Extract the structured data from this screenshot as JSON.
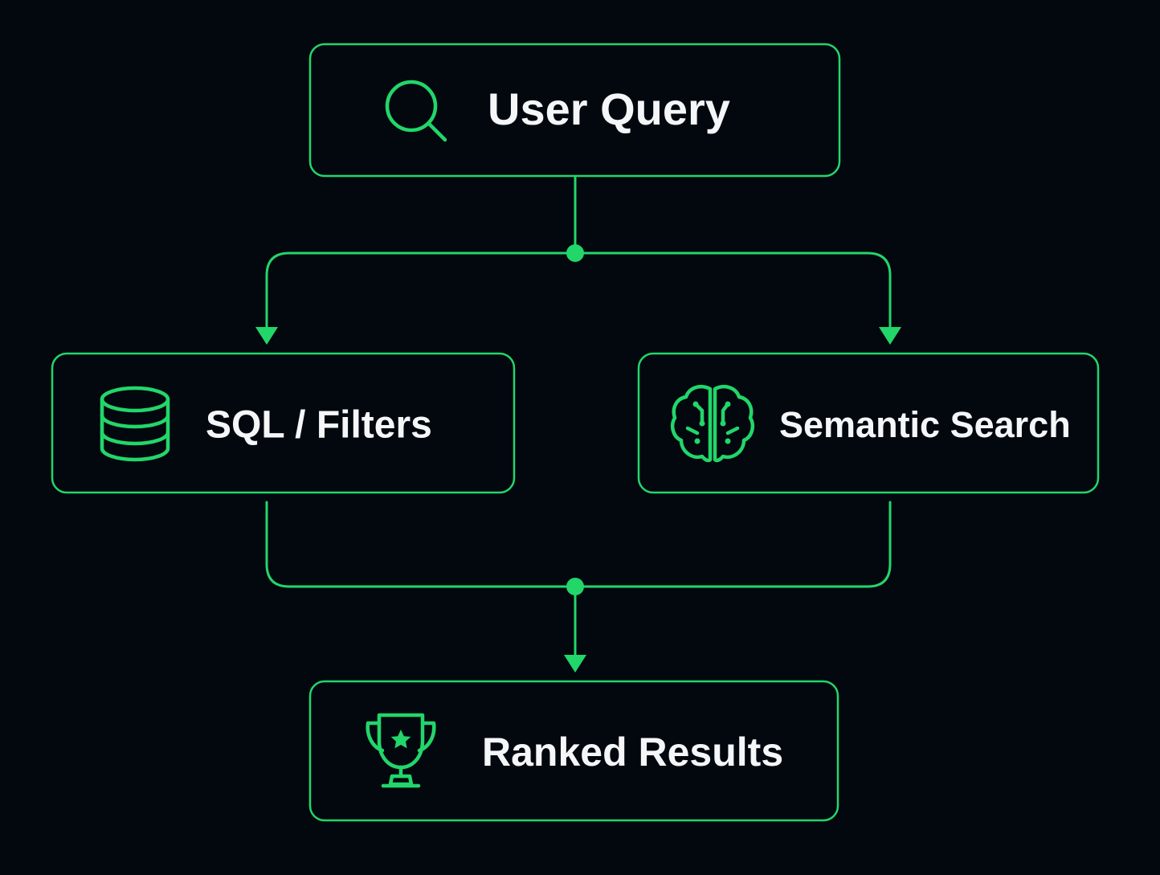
{
  "diagram": {
    "nodes": {
      "user_query": {
        "label": "User Query",
        "icon": "search-icon"
      },
      "sql_filters": {
        "label": "SQL / Filters",
        "icon": "database-icon"
      },
      "semantic_search": {
        "label": "Semantic Search",
        "icon": "brain-icon"
      },
      "ranked_results": {
        "label": "Ranked Results",
        "icon": "trophy-icon"
      }
    },
    "edges": [
      {
        "from": "user_query",
        "to": "sql_filters"
      },
      {
        "from": "user_query",
        "to": "semantic_search"
      },
      {
        "from": "sql_filters",
        "to": "ranked_results"
      },
      {
        "from": "semantic_search",
        "to": "ranked_results"
      }
    ],
    "colors": {
      "background": "#03080f",
      "accent": "#22d66a",
      "text": "#f4f6f8"
    }
  }
}
